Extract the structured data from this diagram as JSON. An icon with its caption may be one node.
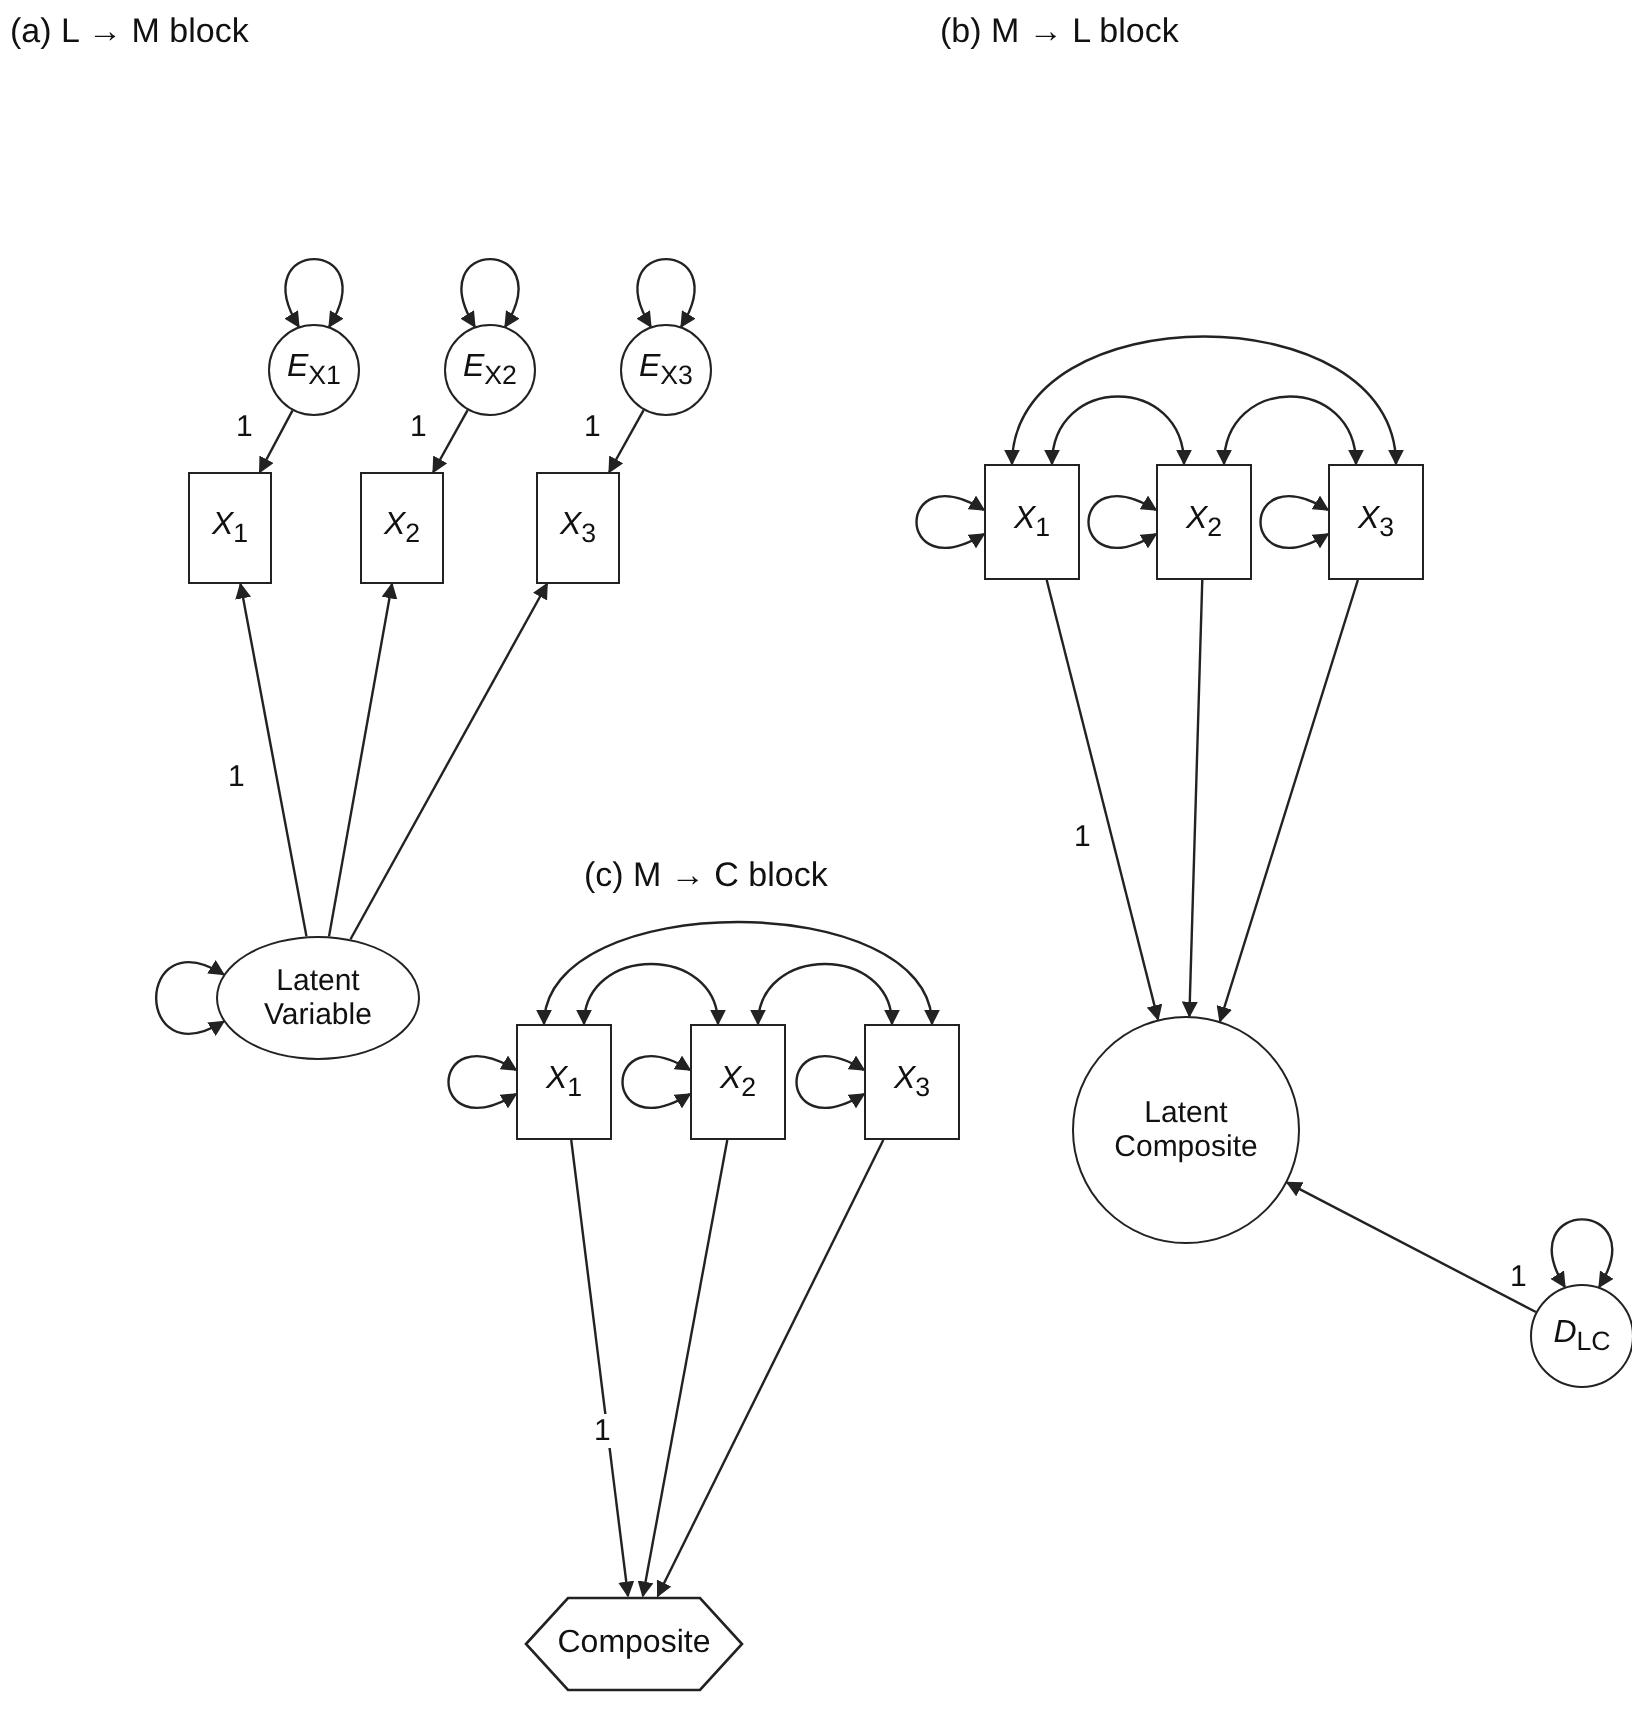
{
  "diagram": {
    "nodes": [
      {
        "text": [
          "*E*$_{X1}$"
        ]
      },
      {
        "text": [
          "*E*$_{X2}$"
        ]
      },
      {
        "text": [
          "*E*$_{X3}$"
        ]
      },
      {
        "text": [
          "*X*$_{1}$"
        ]
      },
      {
        "text": [
          "*X*$_{2}$"
        ]
      },
      {
        "text": [
          "*X*$_{3}$"
        ]
      },
      {
        "text": [
          "Latent Variable"
        ]
      },
      {
        "text": [
          "*X*$_{1}$"
        ]
      },
      {
        "text": [
          "*X*$_{2}$"
        ]
      },
      {
        "text": [
          "*X*$_{3}$"
        ]
      },
      {
        "text": [
          "Latent Composite"
        ]
      },
      {
        "text": [
          "*D*$_{LC}$"
        ]
      },
      {
        "text": [
          "*X*$_{1}$"
        ]
      },
      {
        "text": [
          "*X*$_{2}$"
        ]
      },
      {
        "text": [
          "*X*$_{3}$"
        ]
      },
      {
        "text": [
          "Composite"
        ]
      }
    ],
    "edges": [
      {
        "from": 0,
        "to": 0,
        "arrow": "both"
      },
      {
        "from": 1,
        "to": 1,
        "arrow": "both"
      },
      {
        "from": 2,
        "to": 2,
        "arrow": "both"
      },
      {
        "from": 0,
        "to": 3,
        "arrow": "to",
        "label": "1"
      },
      {
        "from": 1,
        "to": 4,
        "arrow": "to",
        "label": "1"
      },
      {
        "from": 2,
        "to": 5,
        "arrow": "to",
        "label": "1"
      },
      {
        "from": 6,
        "to": 3,
        "arrow": "to",
        "label": "1"
      },
      {
        "from": 6,
        "to": 4,
        "arrow": "to"
      },
      {
        "from": 6,
        "to": 5,
        "arrow": "to"
      },
      {
        "from": 6,
        "to": 6,
        "arrow": "both"
      },
      {
        "from": 7,
        "to": 7,
        "arrow": "both"
      },
      {
        "from": 8,
        "to": 8,
        "arrow": "both"
      },
      {
        "from": 9,
        "to": 9,
        "arrow": "both"
      },
      {
        "from": 7,
        "to": 8,
        "arrow": "both"
      },
      {
        "from": 8,
        "to": 9,
        "arrow": "both"
      },
      {
        "from": 7,
        "to": 9,
        "arrow": "both"
      },
      {
        "from": 7,
        "to": 10,
        "arrow": "to",
        "label": "1"
      },
      {
        "from": 8,
        "to": 10,
        "arrow": "to"
      },
      {
        "from": 9,
        "to": 10,
        "arrow": "to"
      },
      {
        "from": 11,
        "to": 10,
        "arrow": "to",
        "label": "1"
      },
      {
        "from": 11,
        "to": 11,
        "arrow": "both"
      },
      {
        "from": 12,
        "to": 12,
        "arrow": "both"
      },
      {
        "from": 13,
        "to": 13,
        "arrow": "both"
      },
      {
        "from": 14,
        "to": 14,
        "arrow": "both"
      },
      {
        "from": 12,
        "to": 13,
        "arrow": "both"
      },
      {
        "from": 13,
        "to": 14,
        "arrow": "both"
      },
      {
        "from": 12,
        "to": 14,
        "arrow": "both"
      },
      {
        "from": 12,
        "to": 15,
        "arrow": "to",
        "label": "1"
      },
      {
        "from": 13,
        "to": 15,
        "arrow": "to"
      },
      {
        "from": 14,
        "to": 15,
        "arrow": "to"
      }
    ],
    "labels": [
      "(a) L → M block",
      "(b) M → L block",
      "(c) M → C block"
    ]
  }
}
